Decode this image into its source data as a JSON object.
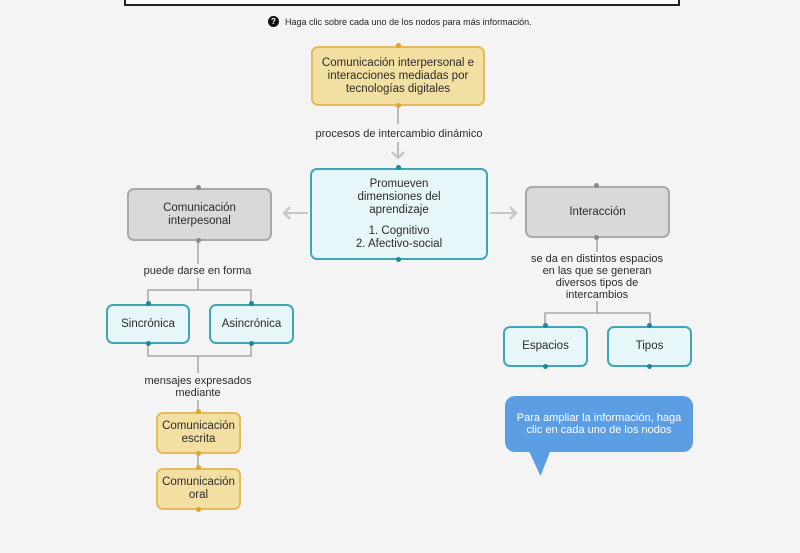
{
  "help": {
    "icon": "question-circle-icon",
    "text": "Haga clic sobre cada uno de los nodos para más información."
  },
  "nodes": {
    "root": "Comunicación interpersonal e interacciones mediadas por tecnologías digitales",
    "center_title": "Promueven dimensiones del aprendizaje",
    "center_list": [
      "1. Cognitivo",
      "2. Afectivo-social"
    ],
    "left": "Comunicación interpesonal",
    "right": "Interacción",
    "sincronica": "Sincrónica",
    "asincronica": "Asincrónica",
    "escrita": "Comunicación escrita",
    "oral": "Comunicación oral",
    "espacios": "Espacios",
    "tipos": "Tipos"
  },
  "links": {
    "root_center": "procesos de intercambio dinámico",
    "left_forms": "puede darse en forma",
    "forms_media": "mensajes expresados mediante",
    "right_children": "se da en distintos espacios en las que se generan diversos tipos de intercambios"
  },
  "bubble": "Para ampliar la información, haga clic en cada uno de los nodos",
  "colors": {
    "yellow": "#f2dfa2",
    "gray": "#d9d9d9",
    "cyan": "#e6f6f9",
    "bubble": "#5b9ee3"
  }
}
